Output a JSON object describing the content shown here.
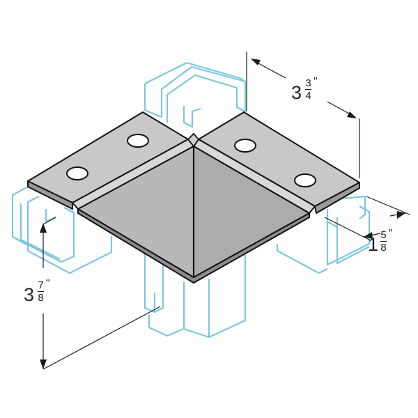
{
  "figure": {
    "dimensions": [
      {
        "id": "top",
        "whole": "3",
        "numerator": "3",
        "denominator": "4",
        "unit": "\""
      },
      {
        "id": "right",
        "whole": "1",
        "numerator": "5",
        "denominator": "8",
        "unit": "\""
      },
      {
        "id": "left",
        "whole": "3",
        "numerator": "7",
        "denominator": "8",
        "unit": "\""
      }
    ],
    "colors": {
      "channel_outline": "#7cc6e0",
      "plate_top": "#c8c8c8",
      "plate_face": "#b4b4b4",
      "outline": "#111111"
    }
  }
}
